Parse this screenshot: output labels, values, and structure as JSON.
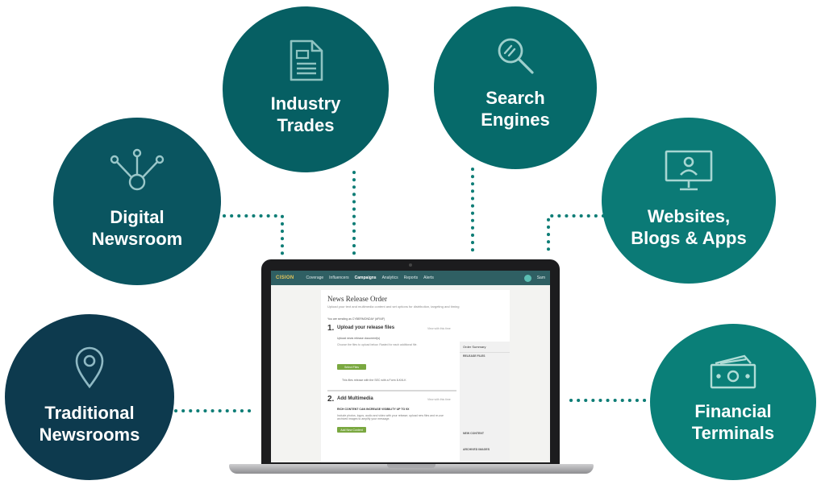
{
  "nodes": [
    {
      "id": "industry-trades",
      "label": "Industry\nTrades",
      "icon": "document-icon",
      "color": "#065f63"
    },
    {
      "id": "search-engines",
      "label": "Search\nEngines",
      "icon": "magnifier-icon",
      "color": "#066a6a"
    },
    {
      "id": "digital-newsroom",
      "label": "Digital\nNewsroom",
      "icon": "network-icon",
      "color": "#0a5560"
    },
    {
      "id": "websites-blogs-apps",
      "label": "Websites,\nBlogs & Apps",
      "icon": "monitor-user-icon",
      "color": "#0b7a76"
    },
    {
      "id": "traditional-newsrooms",
      "label": "Traditional\nNewsrooms",
      "icon": "location-pin-icon",
      "color": "#0d3a4e"
    },
    {
      "id": "financial-terminals",
      "label": "Financial\nTerminals",
      "icon": "money-icon",
      "color": "#0a7f78"
    }
  ],
  "colors": {
    "connector": "#0e7d76"
  },
  "screen": {
    "logo": "CISION",
    "nav": [
      "Coverage",
      "Influencers",
      "Campaigns",
      "Analytics",
      "Reports",
      "Alerts"
    ],
    "user": "Sam",
    "page_title": "News Release Order",
    "page_subtitle": "Upload your text and multimedia content and set options for distribution, targeting and timing",
    "sending_as": "You are sending as CYBERMONDAY (#F04F)",
    "step1_num": "1.",
    "step1_title": "Upload your release files",
    "step1_link": "View with this time",
    "step1_text1": "Upload news release document(s)",
    "step1_text2": "Choose the files to upload below. Rasted for each additional file.",
    "step1_button": "Select Files",
    "step1_check": "This files release with the SEC with a Form 8-K/6-K",
    "step2_num": "2.",
    "step2_title": "Add Multimedia",
    "step2_link": "View with this time",
    "step2_heading": "RICH CONTENT CAN INCREASE VISIBILITY UP TO 9X",
    "step2_text": "Include photos, logos, audio and video with your release; upload new files and re-use archived images to amplify your message.",
    "step2_button": "Add New Content",
    "summary_title": "Order Summary",
    "summary_release": "RELEASE FILES",
    "summary_new": "NEW CONTENT",
    "summary_archived": "ARCHIVED IMAGES"
  }
}
